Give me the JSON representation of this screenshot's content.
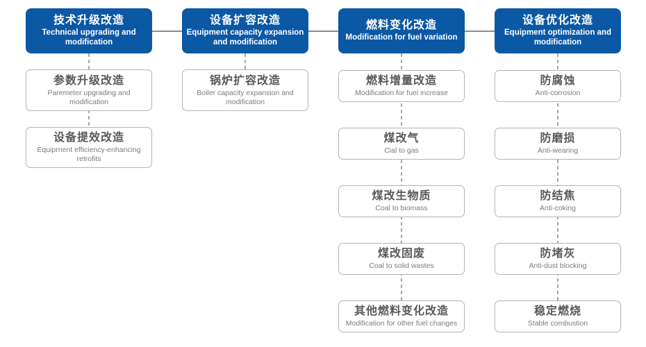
{
  "diagram": {
    "colors": {
      "header_bg": "#0b58a5",
      "header_text": "#ffffff",
      "connector_line": "#8c8c8c",
      "dashed_line": "#a6a6a6",
      "node_border": "#b3b3b3",
      "node_title_text": "#595959",
      "node_subtitle_text": "#7a7a7a"
    },
    "columns": [
      {
        "header": {
          "title_cn": "技术升级改造",
          "title_en": "Technical upgrading and modification"
        },
        "items": [
          {
            "title_cn": "参数升级改造",
            "title_en": "Paremeter upgrading and modification"
          },
          {
            "title_cn": "设备提效改造",
            "title_en": "Equiprnent efficiency-enhancing retrofits"
          }
        ]
      },
      {
        "header": {
          "title_cn": "设备扩容改造",
          "title_en": "Equipment capacity expansion and modification"
        },
        "items": [
          {
            "title_cn": "锅炉扩容改造",
            "title_en": "Boiler capacity expansion and modification"
          }
        ]
      },
      {
        "header": {
          "title_cn": "燃料变化改造",
          "title_en": "Modification for fuel variation"
        },
        "items": [
          {
            "title_cn": "燃料增量改造",
            "title_en": "Modification for fuel increase"
          },
          {
            "title_cn": "煤改气",
            "title_en": "Cial to gas"
          },
          {
            "title_cn": "煤改生物质",
            "title_en": "Coal to biomass"
          },
          {
            "title_cn": "煤改固废",
            "title_en": "Coal to solid wastes"
          },
          {
            "title_cn": "其他燃料变化改造",
            "title_en": "Modification for other fuel changes"
          }
        ]
      },
      {
        "header": {
          "title_cn": "设备优化改造",
          "title_en": "Equipment optimization and modification"
        },
        "items": [
          {
            "title_cn": "防腐蚀",
            "title_en": "Anti-corrosion"
          },
          {
            "title_cn": "防磨损",
            "title_en": "Anti-wearing"
          },
          {
            "title_cn": "防结焦",
            "title_en": "Anti-coking"
          },
          {
            "title_cn": "防堵灰",
            "title_en": "Anti-dust blocking"
          },
          {
            "title_cn": "稳定燃烧",
            "title_en": "Stable combustion"
          }
        ]
      }
    ]
  }
}
